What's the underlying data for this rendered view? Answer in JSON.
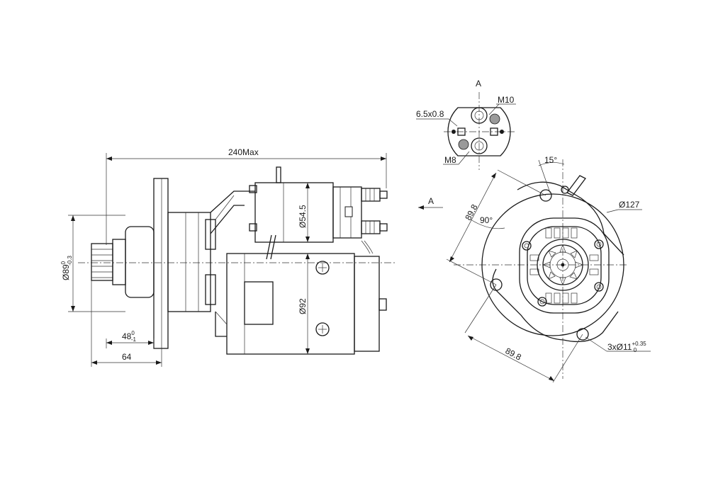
{
  "colors": {
    "line": "#1a1a1a",
    "background": "#ffffff",
    "hatch": "#9a9a9a"
  },
  "dimensions": {
    "overall_length": "240Max",
    "pinion_diameter": "Ø89",
    "pinion_tol_upper": "0",
    "pinion_tol_lower": "-0.3",
    "flange_offset": "48",
    "flange_tol_upper": "0",
    "flange_tol_lower": "-1",
    "length_64": "64",
    "solenoid_diameter": "Ø54.5",
    "motor_diameter": "Ø92"
  },
  "front_view": {
    "view_arrow_label": "A",
    "angle_15": "15°",
    "angle_90": "90°",
    "flange_diameter": "Ø127",
    "bolt_spacing_1": "89.8",
    "bolt_spacing_2": "89.8",
    "holes": "3xØ11",
    "holes_tol_upper": "+0.35",
    "holes_tol_lower": "0"
  },
  "view_a": {
    "title": "A",
    "terminal_large": "M10",
    "terminal_small": "M8",
    "tab_size": "6.5x0.8"
  }
}
